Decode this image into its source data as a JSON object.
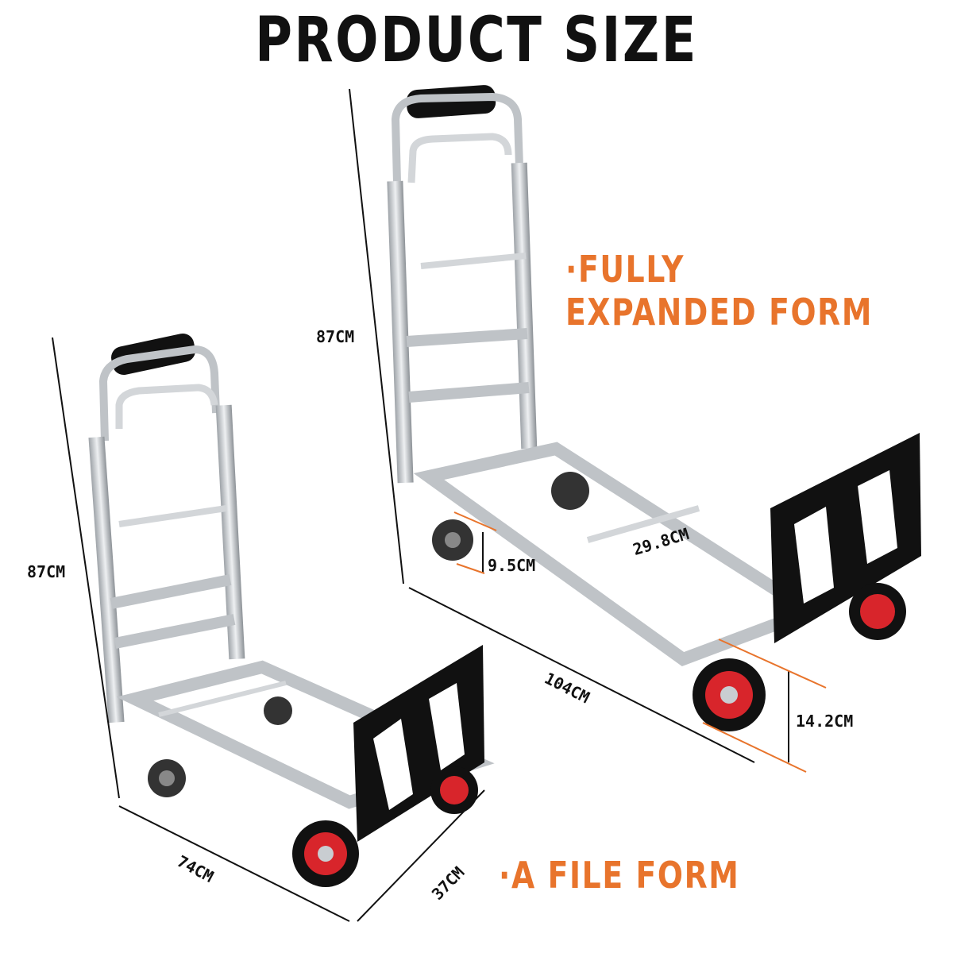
{
  "title": "PRODUCT SIZE",
  "callouts": {
    "expanded_line1": "·FULLY",
    "expanded_line2": "EXPANDED FORM",
    "file_form": "·A FILE FORM"
  },
  "dimensions": {
    "small_height": "87CM",
    "small_length": "74CM",
    "small_width": "37CM",
    "large_height": "87CM",
    "large_length": "104CM",
    "large_width": "29.8CM",
    "caster_wheel": "9.5CM",
    "rear_wheel": "14.2CM"
  },
  "colors": {
    "accent": "#e8742c",
    "frame": "#c9cdd1",
    "plate": "#111111",
    "hub": "#d8252b"
  }
}
